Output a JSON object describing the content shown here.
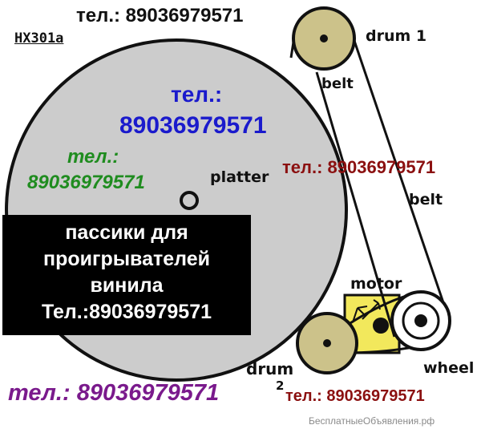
{
  "model": "HX301a",
  "phones": {
    "top": "тел.: 89036979571",
    "blue_line1": "тел.:",
    "blue_line2": "89036979571",
    "green_line1": "тел.:",
    "green_line2": "89036979571",
    "red_right": "тел.: 89036979571",
    "purple_bottom": "тел.: 89036979571",
    "red_bottom": "тел.: 89036979571"
  },
  "labels": {
    "drum1": "drum 1",
    "belt_top": "belt",
    "belt_right": "belt",
    "platter": "platter",
    "motor": "motor",
    "wheel": "wheel",
    "drum2": "drum",
    "drum2_index": "2"
  },
  "ad": {
    "line1": "пассики для",
    "line2": "проигрывателей",
    "line3": "винила",
    "line4": "Тел.:89036979571"
  },
  "watermark": "БесплатныеОбъявления.рф",
  "colors": {
    "platter": "#cccccc",
    "motor_plate": "#f2e85c",
    "phone_blue": "#1a1acc",
    "phone_green": "#1f8c1f",
    "phone_red": "#8b1010",
    "phone_purple": "#7a1a8c"
  }
}
